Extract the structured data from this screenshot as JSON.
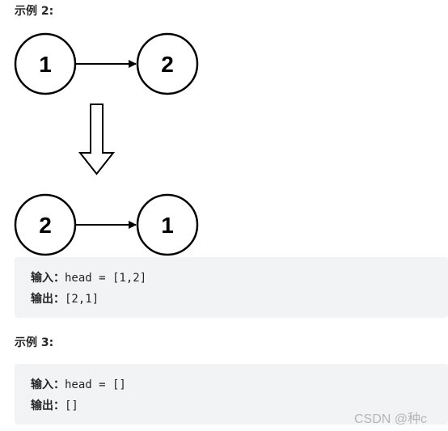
{
  "example2": {
    "title": "示例 2:",
    "diagram": {
      "before": [
        "1",
        "2"
      ],
      "after": [
        "2",
        "1"
      ]
    },
    "input_label": "输入：",
    "input_value": "head = [1,2]",
    "output_label": "输出：",
    "output_value": "[2,1]"
  },
  "example3": {
    "title": "示例 3:",
    "input_label": "输入：",
    "input_value": "head = []",
    "output_label": "输出：",
    "output_value": "[]"
  },
  "watermark": "CSDN @种c",
  "colors": {
    "code_bg": "#f2f3f5",
    "stroke": "#000000",
    "watermark": "#b5b5b5"
  }
}
